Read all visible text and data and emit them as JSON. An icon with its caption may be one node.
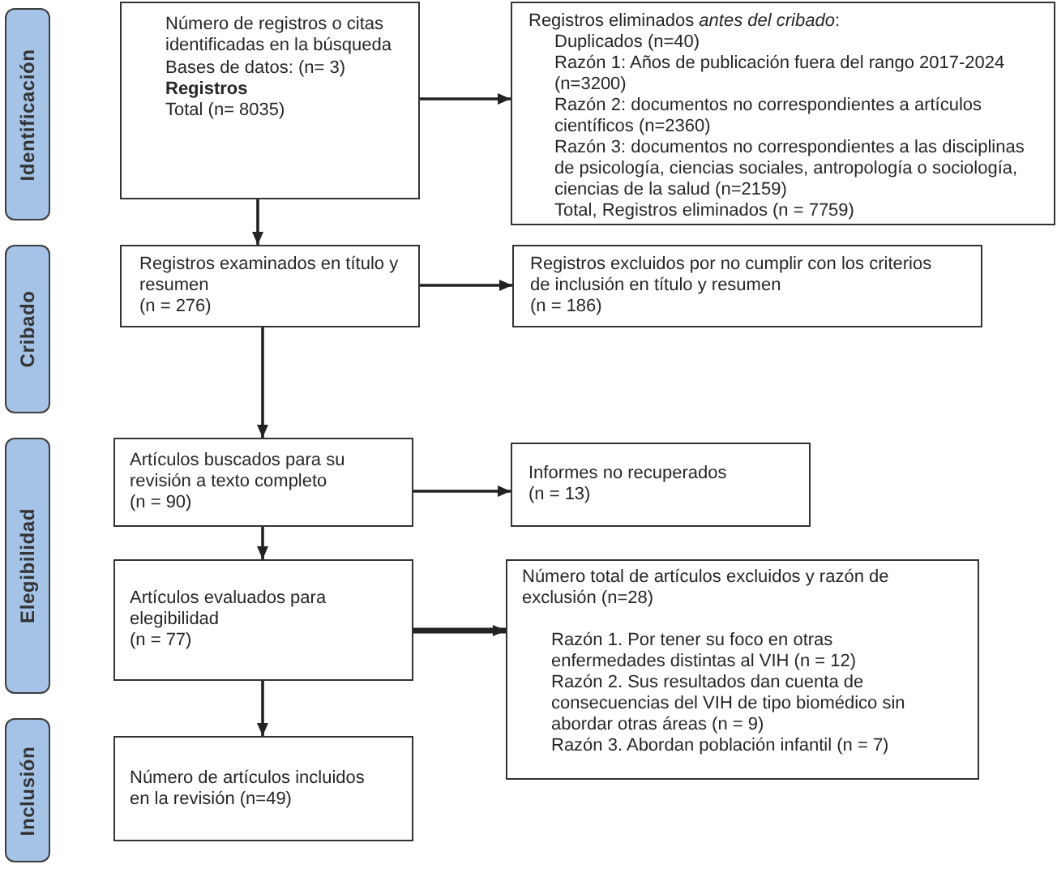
{
  "diagram": {
    "nodes": [
      {
        "text": [
          "Identificación"
        ]
      },
      {
        "text": [
          "Número de registros o citas identificadas en la búsqueda",
          "Bases de datos: (n= 3)",
          "Registros",
          "Total (n= 8035)"
        ]
      },
      {
        "text": [
          "Registros eliminados *antes del cribado*:",
          "Duplicados (n=40)",
          "Razón 1: Años de publicación fuera del rango 2017-2024 (n=3200)",
          "Razón 2: documentos no correspondientes a artículos científicos (n=2360)",
          "Razón 3: documentos no correspondientes a las disciplinas de psicología, ciencias sociales, antropología o sociología, ciencias de la salud (n=2159)",
          "Total, Registros eliminados (n = 7759)"
        ]
      },
      {
        "text": [
          "Cribado"
        ]
      },
      {
        "text": [
          "Registros examinados en título y resumen",
          "(n = 276)"
        ]
      },
      {
        "text": [
          "Registros excluidos por no cumplir con los criterios de inclusión en título y resumen",
          "(n = 186)"
        ]
      },
      {
        "text": [
          "Elegibilidad"
        ]
      },
      {
        "text": [
          "Artículos buscados para su revisión a texto completo",
          "(n = 90)"
        ]
      },
      {
        "text": [
          "Informes no recuperados",
          "(n = 13)"
        ]
      },
      {
        "text": [
          "Artículos evaluados para elegibilidad",
          "(n = 77)"
        ]
      },
      {
        "text": [
          "Número total de artículos excluidos y razón de exclusión (n=28)",
          "Razón 1. Por tener su foco en otras enfermedades distintas al VIH (n = 12)",
          "Razón 2. Sus resultados dan cuenta de consecuencias del VIH de tipo biomédico sin abordar otras áreas (n = 9)",
          "Razón 3. Abordan población infantil (n = 7)"
        ]
      },
      {
        "text": [
          "Inclusión"
        ]
      },
      {
        "text": [
          "Número de artículos incluidos en la revisión (n=49)"
        ]
      }
    ],
    "edges": [
      {
        "from": 1,
        "to": 2,
        "arrow": "to"
      },
      {
        "from": 1,
        "to": 4,
        "arrow": "to"
      },
      {
        "from": 4,
        "to": 5,
        "arrow": "to"
      },
      {
        "from": 4,
        "to": 7,
        "arrow": "to"
      },
      {
        "from": 7,
        "to": 8,
        "arrow": "to"
      },
      {
        "from": 7,
        "to": 9,
        "arrow": "to"
      },
      {
        "from": 9,
        "to": 10,
        "arrow": "to",
        "style": "thick"
      },
      {
        "from": 9,
        "to": 12,
        "arrow": "to"
      }
    ]
  }
}
